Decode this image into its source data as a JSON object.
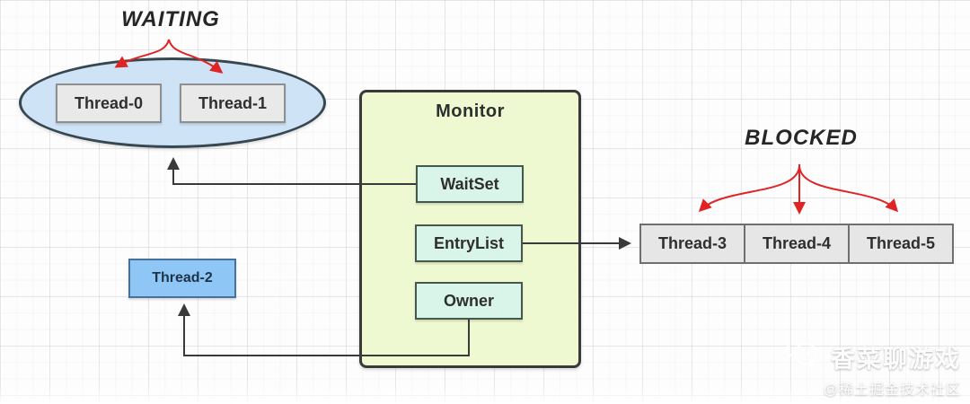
{
  "labels": {
    "waiting": "WAITING",
    "blocked": "BLOCKED"
  },
  "monitor": {
    "title": "Monitor",
    "slots": [
      {
        "label": "WaitSet"
      },
      {
        "label": "EntryList"
      },
      {
        "label": "Owner"
      }
    ]
  },
  "threads": {
    "waiting": [
      "Thread-0",
      "Thread-1"
    ],
    "owner": "Thread-2",
    "blocked": [
      "Thread-3",
      "Thread-4",
      "Thread-5"
    ]
  },
  "colors": {
    "red_arrow": "#e02424",
    "line": "#3a3a3a",
    "ellipse_fill": "#cfe3f7",
    "monitor_fill": "#eef9d2",
    "slot_fill": "#d9f4e8",
    "thread_fill": "#e9e9e9",
    "owner_thread_fill": "#8ec7f5"
  },
  "watermark": {
    "icon": "chat-bubbles-icon",
    "title": "香菜聊游戏",
    "subtitle": "@稀土掘金技术社区"
  }
}
